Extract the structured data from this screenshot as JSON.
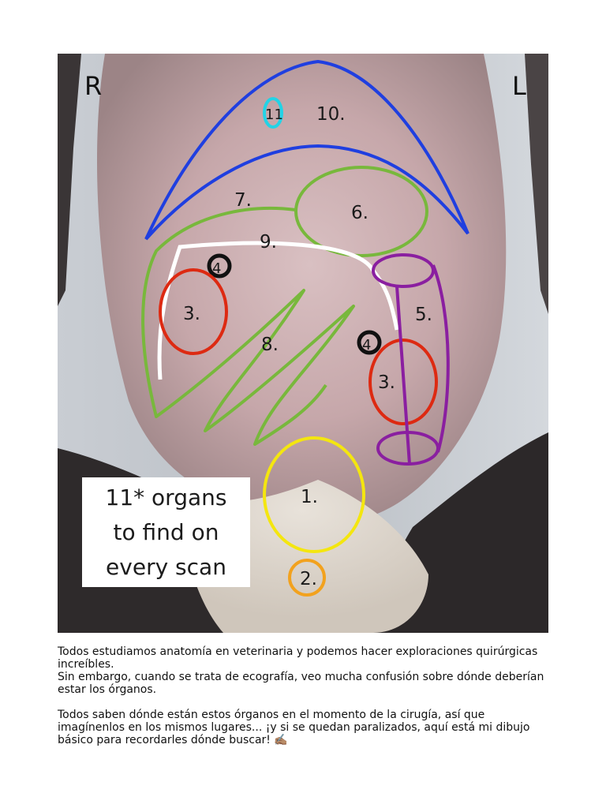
{
  "figure": {
    "side_right": "R",
    "side_left": "L",
    "labels": {
      "n1": "1.",
      "n2": "2.",
      "n3a": "3.",
      "n3b": "3.",
      "n4a": "4",
      "n4b": "4",
      "n5": "5.",
      "n6": "6.",
      "n7": "7.",
      "n8": "8.",
      "n9": "9.",
      "n10": "10.",
      "n11": "11"
    },
    "colors": {
      "blue": "#1f3fe0",
      "green": "#78b83c",
      "white": "#ffffff",
      "red": "#dd2a12",
      "purple": "#8a1fa0",
      "yellow": "#f4e60f",
      "orange": "#f2a21e",
      "cyan": "#22d3e6",
      "black": "#111111"
    },
    "callout": "11* organs\nto find on\nevery scan"
  },
  "caption": {
    "line1": "Todos estudiamos anatomía en veterinaria y podemos hacer exploraciones quirúrgicas increíbles.",
    "line2": "Sin embargo, cuando se trata de ecografía, veo mucha confusión sobre dónde deberían estar los órganos.",
    "line3": "Todos saben dónde están estos órganos en el momento de la cirugía, así que imagínenlos en los mismos lugares... ¡y si se quedan paralizados, aquí está mi dibujo básico para recordarles dónde buscar! ✍🏽"
  }
}
